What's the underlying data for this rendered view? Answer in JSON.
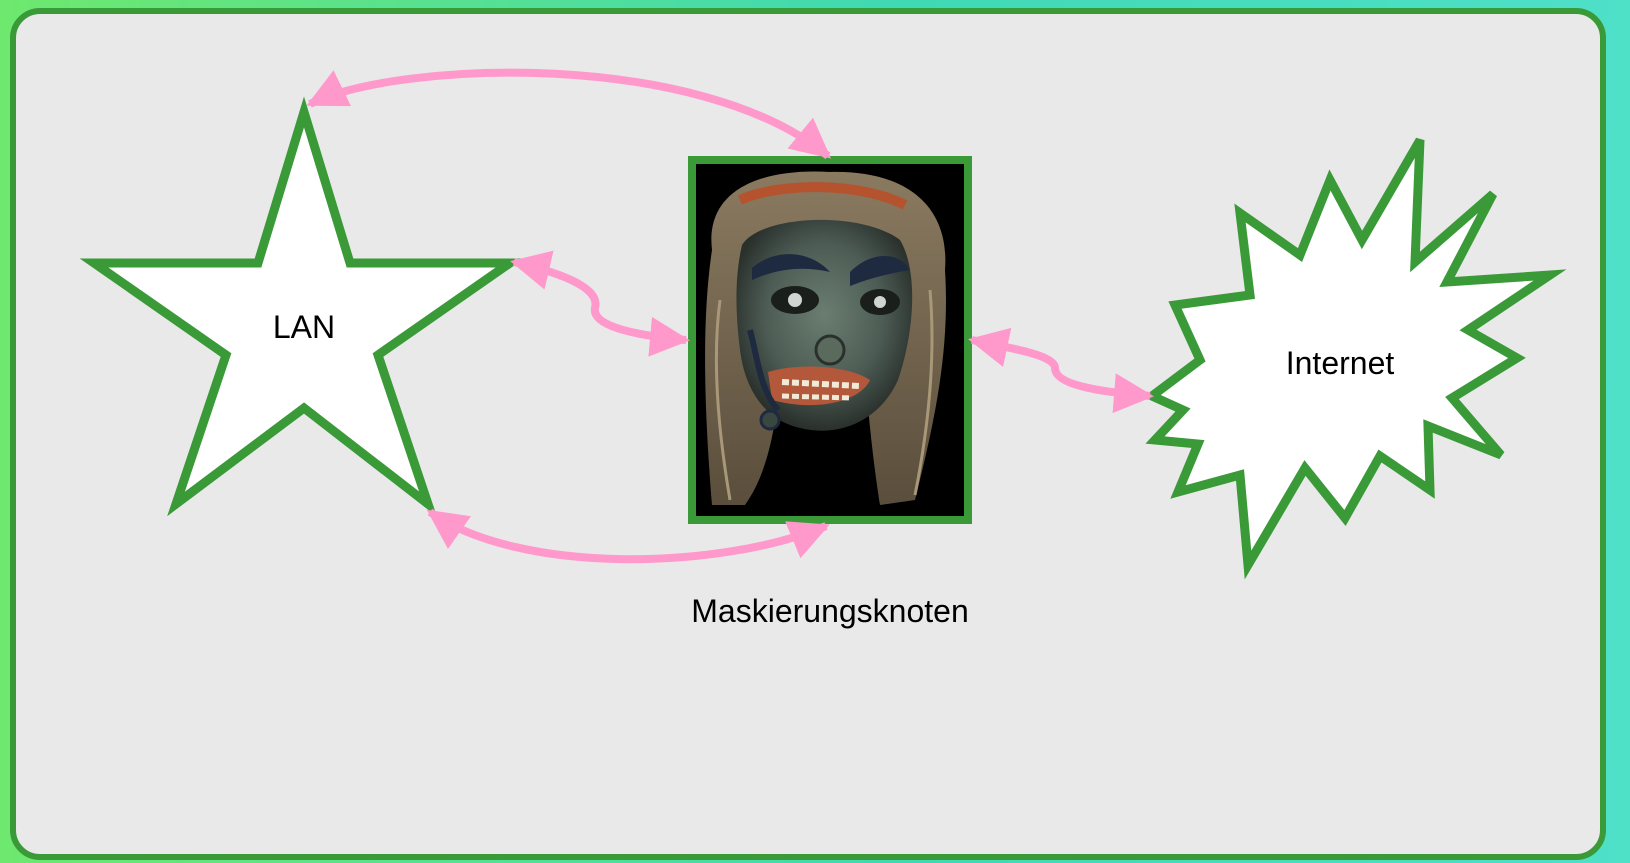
{
  "nodes": {
    "lan": {
      "label": "LAN",
      "shape": "star"
    },
    "internet": {
      "label": "Internet",
      "shape": "explosion"
    },
    "masking_node": {
      "label": "Maskierungsknoten",
      "image": "tribal-mask-photo"
    }
  },
  "connections": [
    {
      "from": "lan",
      "to": "masking_node",
      "style": "double-arrow"
    },
    {
      "from": "masking_node",
      "to": "internet",
      "style": "double-arrow"
    },
    {
      "from": "lan",
      "to": "masking_node",
      "style": "double-arrow-arc-top"
    },
    {
      "from": "lan",
      "to": "masking_node",
      "style": "double-arrow-arc-bottom"
    }
  ],
  "colors": {
    "background_gradient_start": "#6ee86e",
    "background_gradient_end": "#4fe0c8",
    "panel": "#e9e9e9",
    "outline": "#3a9a38",
    "arrow": "#ff99cc",
    "node_fill": "#ffffff"
  }
}
